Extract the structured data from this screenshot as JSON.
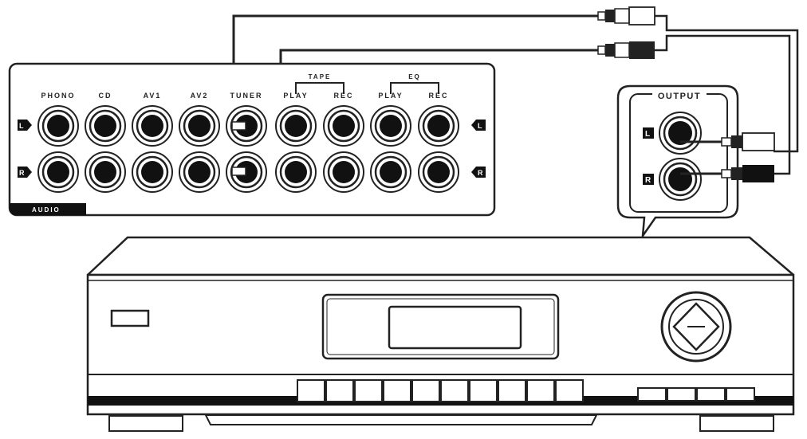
{
  "audio_panel": {
    "columns": [
      "PHONO",
      "CD",
      "AV1",
      "AV2",
      "TUNER",
      "PLAY",
      "REC",
      "PLAY",
      "REC"
    ],
    "group_labels": {
      "tape": "TAPE",
      "eq": "EQ"
    },
    "row_labels": {
      "left": "L",
      "right": "R"
    },
    "footer": "AUDIO"
  },
  "output_panel": {
    "title": "OUTPUT",
    "row_labels": {
      "left": "L",
      "right": "R"
    }
  },
  "connection": {
    "from": "OUTPUT",
    "to": "TUNER",
    "cable_colors": {
      "left": "#ffffff",
      "right": "#111111"
    }
  },
  "colors": {
    "line": "#222222",
    "jack": "#111111",
    "background": "#ffffff"
  }
}
